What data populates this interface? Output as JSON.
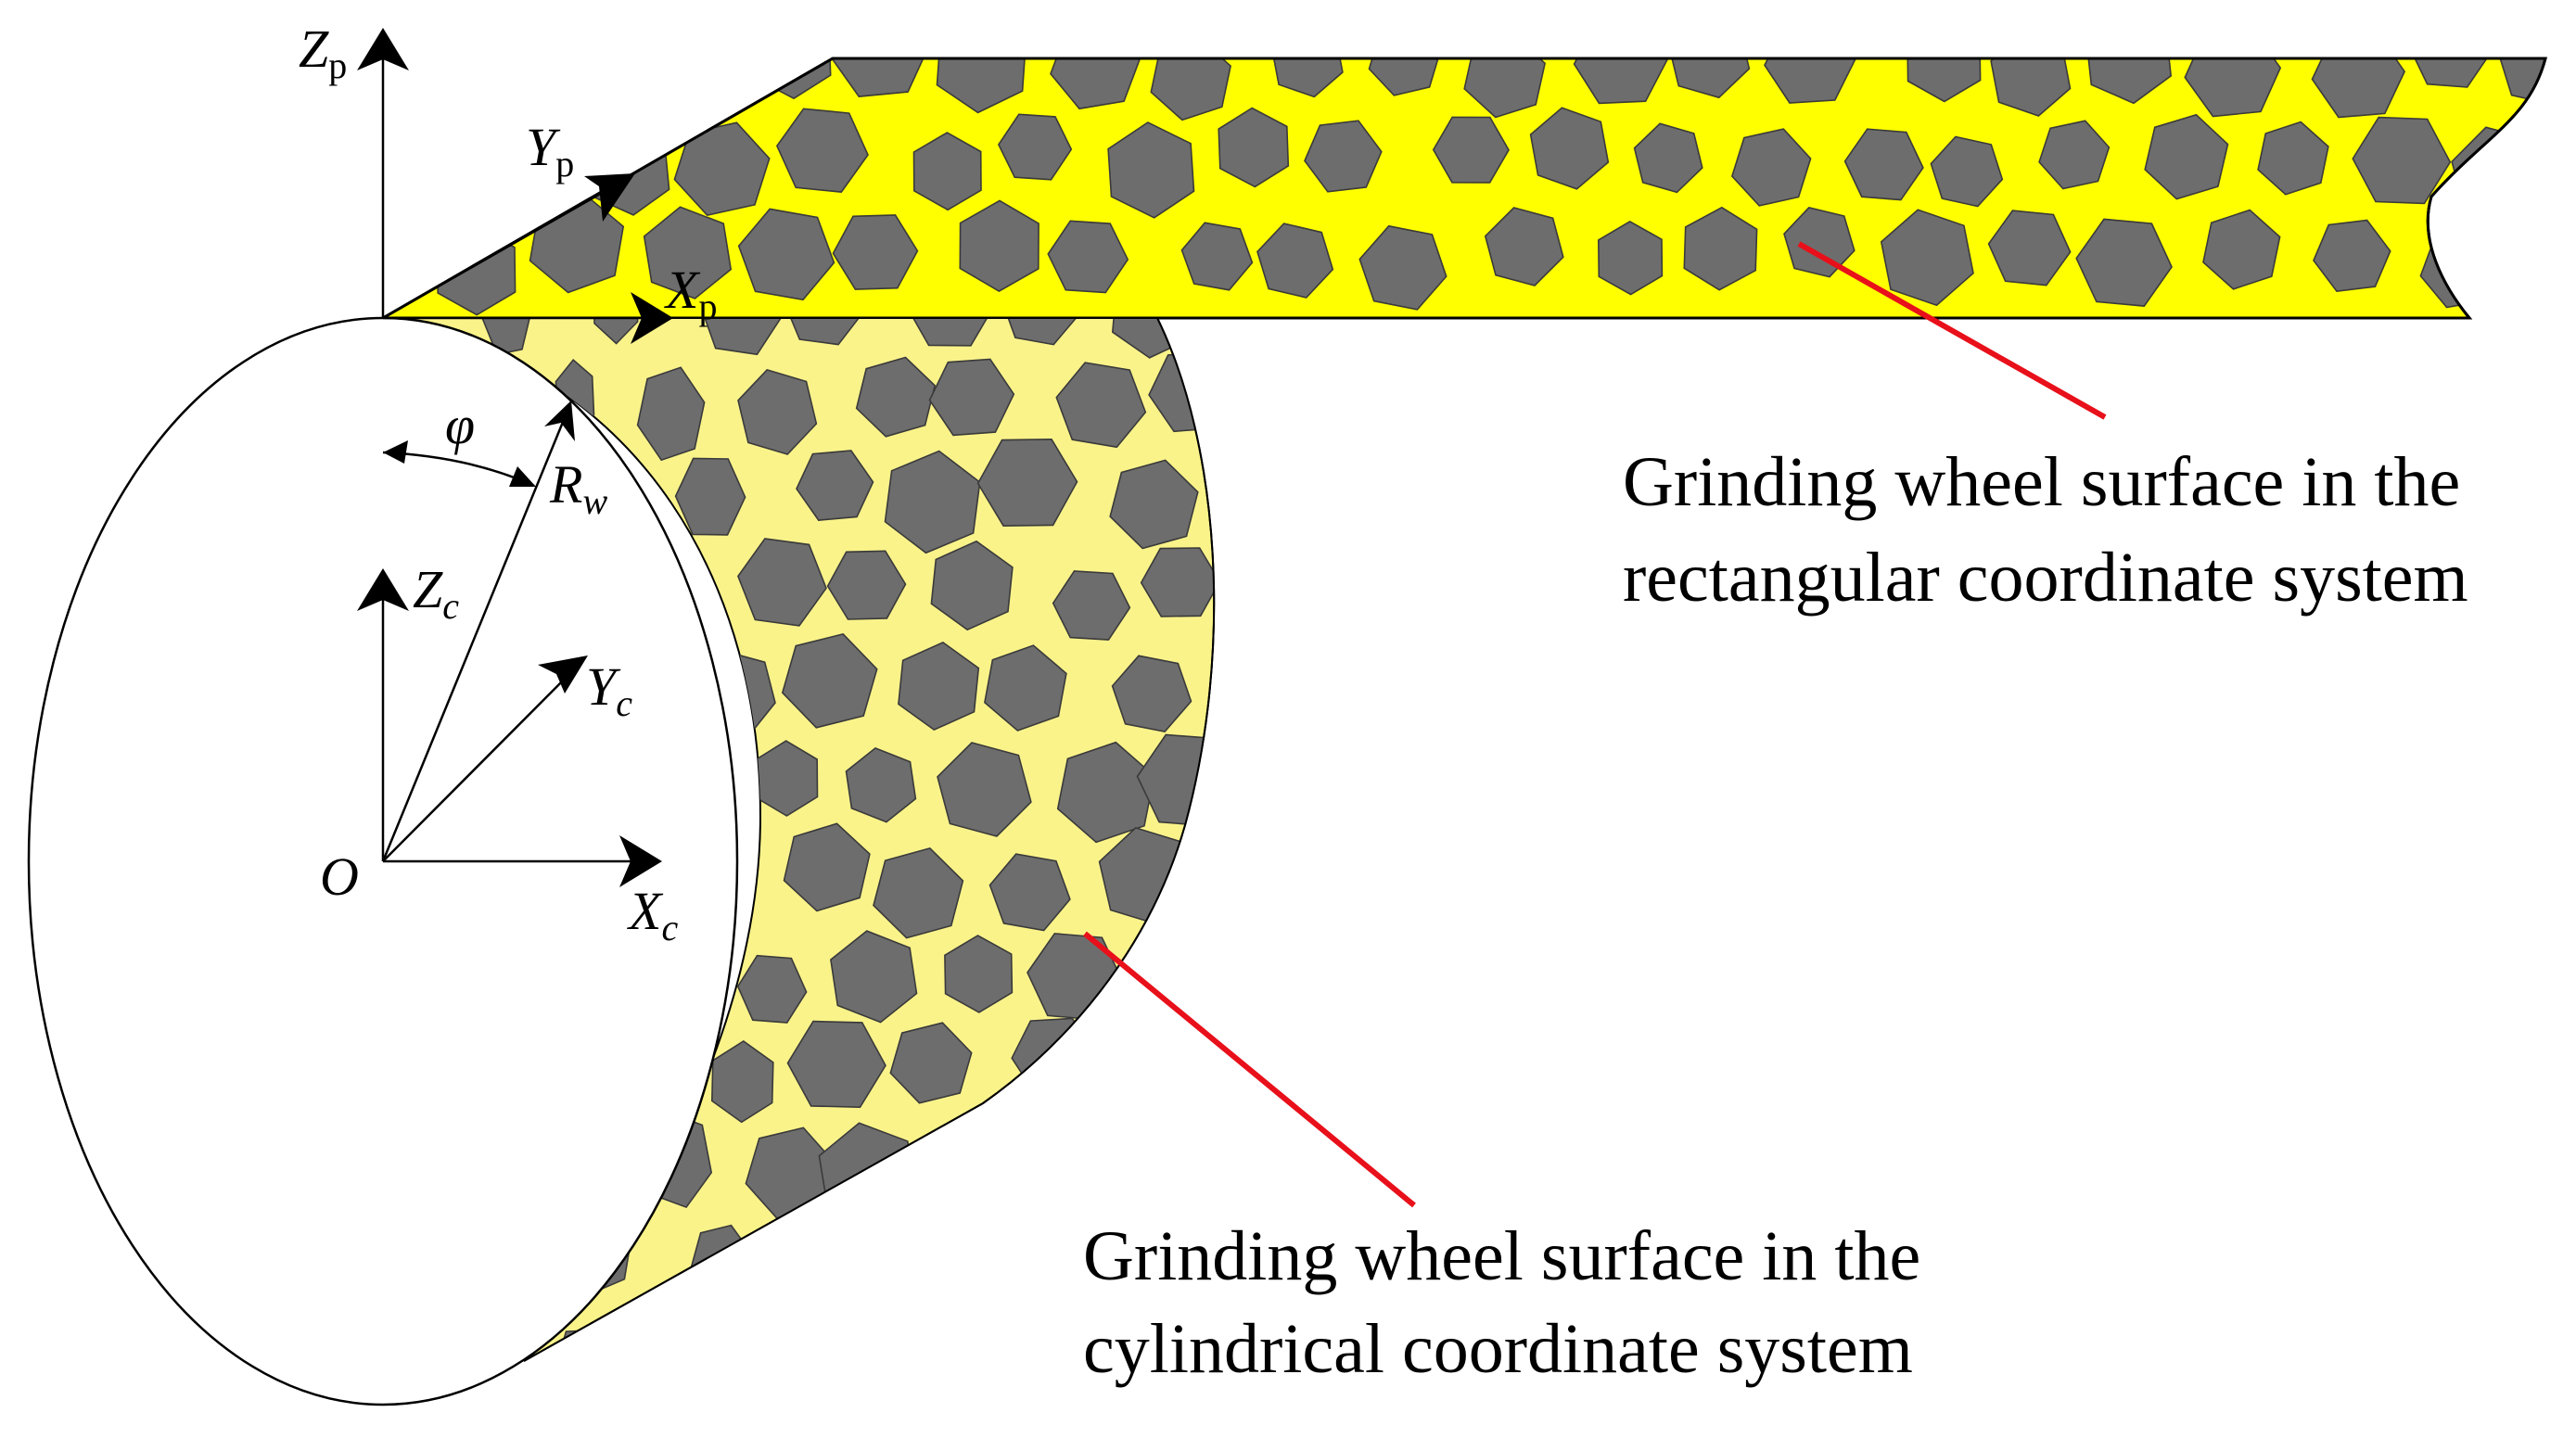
{
  "colors": {
    "rectangular_band": "#ffff00",
    "cylindrical_band": "#faf38a",
    "grain": "#6d6d6d",
    "leader_line": "#e8101a",
    "outline": "#000000"
  },
  "axes": {
    "zp": {
      "main": "Z",
      "sub": "p"
    },
    "yp": {
      "main": "Y",
      "sub": "p"
    },
    "xp": {
      "main": "X",
      "sub": "p"
    },
    "zc": {
      "main": "Z",
      "sub": "c"
    },
    "yc": {
      "main": "Y",
      "sub": "c"
    },
    "xc": {
      "main": "X",
      "sub": "c"
    },
    "rw": {
      "main": "R",
      "sub": "w"
    },
    "phi": "φ",
    "origin": "O"
  },
  "captions": {
    "rectangular": [
      "Grinding wheel surface in the",
      "rectangular coordinate system"
    ],
    "cylindrical": [
      "Grinding wheel surface in the",
      "cylindrical coordinate system"
    ]
  }
}
